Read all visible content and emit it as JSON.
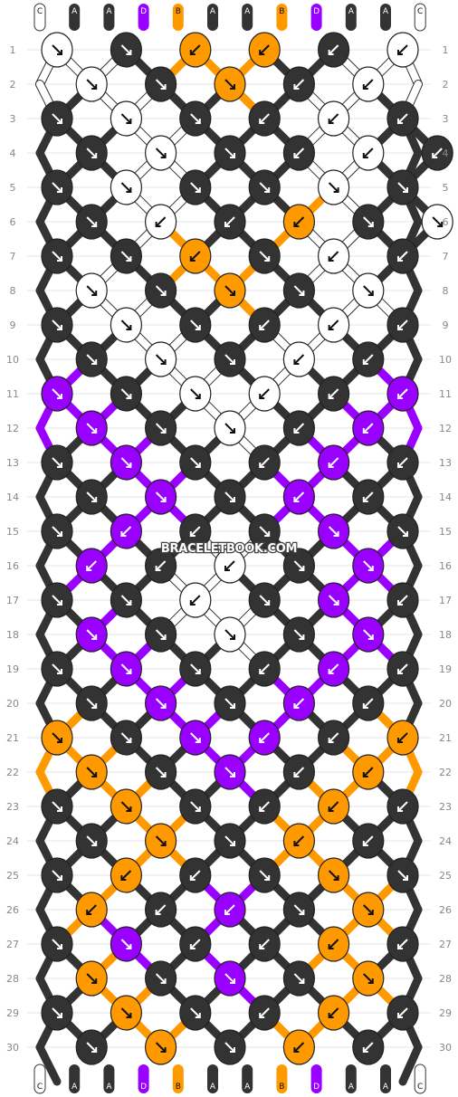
{
  "site_watermark": "BRACELETBOOK.COM",
  "colors": {
    "A": "#333333",
    "B": "#ff9900",
    "C": "#ffffff",
    "D": "#9900ff"
  },
  "strands_top": [
    "C",
    "A",
    "A",
    "D",
    "B",
    "A",
    "A",
    "B",
    "D",
    "A",
    "A",
    "C"
  ],
  "strands_bottom": [
    "C",
    "A",
    "A",
    "D",
    "B",
    "A",
    "A",
    "B",
    "D",
    "A",
    "A",
    "C"
  ],
  "row_numbers": [
    "1",
    "2",
    "3",
    "4",
    "5",
    "6",
    "7",
    "8",
    "9",
    "10",
    "11",
    "12",
    "13",
    "14",
    "15",
    "16",
    "17",
    "18",
    "19",
    "20",
    "21",
    "22",
    "23",
    "24",
    "25",
    "26",
    "27",
    "28",
    "29",
    "30"
  ],
  "knot_rows": [
    [
      "C>",
      "A>",
      "B<",
      "B<",
      "A<",
      "C<"
    ],
    [
      "C>",
      "A>",
      "B>",
      "A<",
      "C<"
    ],
    [
      "A>",
      "C>",
      "A>",
      "A<",
      "C<",
      "A<"
    ],
    [
      "A>",
      "C>",
      "A>",
      "A<",
      "C<",
      "A<"
    ],
    [
      "A>",
      "C>",
      "A>",
      "A>",
      "C>",
      "A>"
    ],
    [
      "A>",
      "C<",
      "A<",
      "B<",
      "A>",
      "C>"
    ],
    [
      "A>",
      "A>",
      "B<",
      "A>",
      "C<",
      "A<"
    ],
    [
      "C>",
      "A>",
      "B>",
      "A>",
      "C>"
    ],
    [
      "A>",
      "C>",
      "A>",
      "A<",
      "C<",
      "A<"
    ],
    [
      "A>",
      "C>",
      "A>",
      "C<",
      "A<"
    ],
    [
      "D>",
      "A>",
      "C>",
      "C<",
      "A<",
      "D<"
    ],
    [
      "D>",
      "A>",
      "C>",
      "A<",
      "D<"
    ],
    [
      "A>",
      "D>",
      "A>",
      "A<",
      "D<",
      "A<"
    ],
    [
      "A>",
      "D>",
      "A>",
      "D<",
      "A<"
    ],
    [
      "A>",
      "D<",
      "A<",
      "A>",
      "D>",
      "A>"
    ],
    [
      "D<",
      "A<",
      "C<",
      "A>",
      "D>"
    ],
    [
      "A>",
      "A>",
      "C<",
      "A>",
      "D>",
      "A<"
    ],
    [
      "D>",
      "A>",
      "C>",
      "A>",
      "D>"
    ],
    [
      "A>",
      "D>",
      "A>",
      "A<",
      "D<",
      "A<"
    ],
    [
      "A>",
      "D>",
      "A>",
      "D<",
      "A<"
    ],
    [
      "B>",
      "A>",
      "D>",
      "D<",
      "A<",
      "B<"
    ],
    [
      "B>",
      "A>",
      "D>",
      "A<",
      "B<"
    ],
    [
      "A>",
      "B>",
      "A>",
      "A<",
      "B<",
      "A<"
    ],
    [
      "A>",
      "B>",
      "A>",
      "B<",
      "A<"
    ],
    [
      "A>",
      "B<",
      "A<",
      "A>",
      "B>",
      "A>"
    ],
    [
      "B<",
      "A<",
      "D<",
      "A>",
      "B>"
    ],
    [
      "A>",
      "D>",
      "A<",
      "A<",
      "B<",
      "A<"
    ],
    [
      "B>",
      "A>",
      "D>",
      "A>",
      "B>"
    ],
    [
      "A>",
      "B>",
      "A>",
      "A<",
      "B<",
      "A<"
    ],
    [
      "A>",
      "B>",
      "A>",
      "B<",
      "A<"
    ]
  ]
}
